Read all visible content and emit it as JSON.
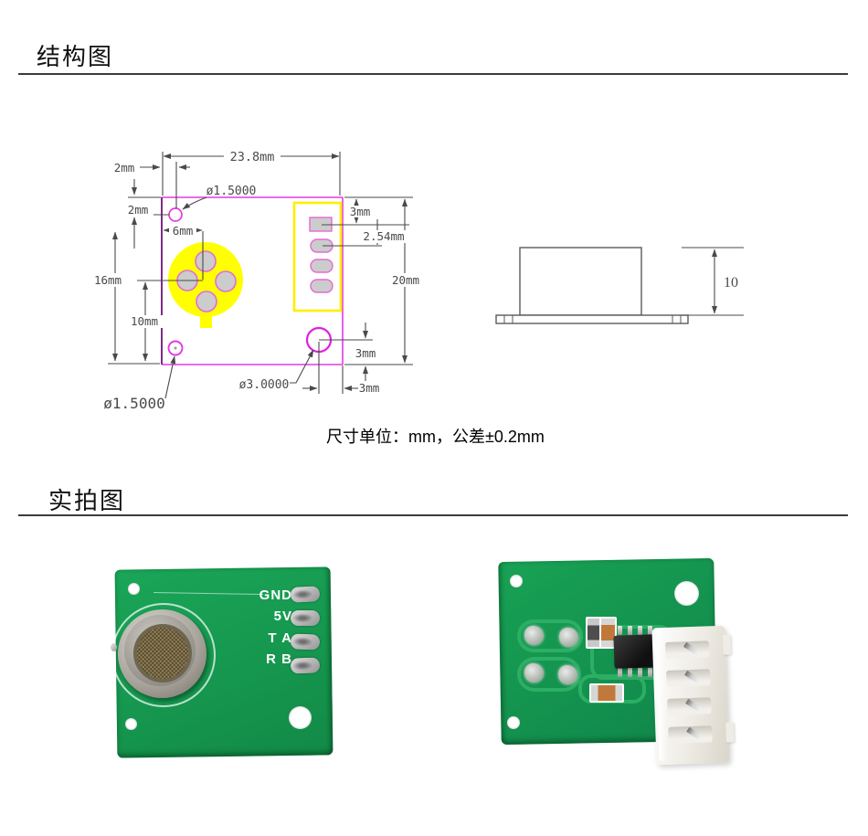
{
  "sections": {
    "structure": {
      "heading": "结构图"
    },
    "real_photos": {
      "heading": "实拍图"
    }
  },
  "diagram": {
    "note": "尺寸单位：mm，公差±0.2mm",
    "labels": {
      "board_width": "23.8mm",
      "hole_tl_offset_x": "2mm",
      "hole_tl_offset_y": "2mm",
      "hole_tl_dia": "ø1.5000",
      "sensor_offset": "6mm",
      "height_16": "16mm",
      "height_10": "10mm",
      "hole_bl_dia": "ø1.5000",
      "board_height": "20mm",
      "pad_top_offset": "3mm",
      "pad_pitch": "2.54mm",
      "hole_br_dia": "ø3.0000",
      "hole_br_offset_y": "3mm",
      "hole_br_offset_x": "3mm",
      "side_height": "10"
    },
    "colors": {
      "outline_magenta": "#e438e4",
      "outline_yellow": "#ffee00",
      "pad_fill": "#cccccc",
      "dim_line": "#4a4a4a"
    }
  },
  "front_photo": {
    "pin_labels": [
      "GND",
      "5V",
      "T A",
      "R B"
    ]
  },
  "colors": {
    "pcb_green": "#16a155",
    "trace_green": "#2fb267",
    "silkscreen_white": "#ffffff"
  }
}
